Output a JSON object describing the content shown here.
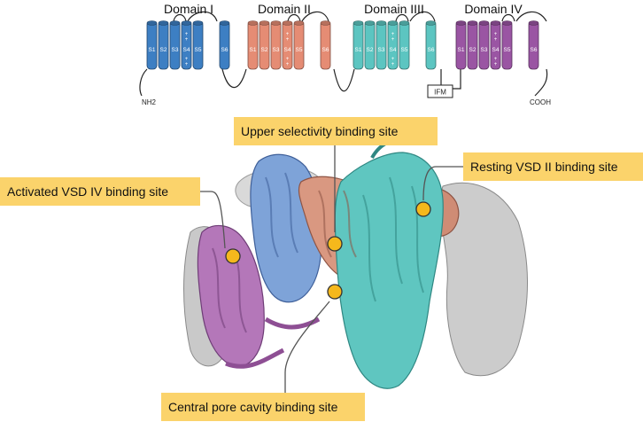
{
  "topology": {
    "domains": [
      {
        "label": "Domain I",
        "color": "#3d7fc3",
        "segments": [
          "S1",
          "S2",
          "S3",
          "S4",
          "S5",
          "S6"
        ]
      },
      {
        "label": "Domain II",
        "color": "#e58c74",
        "segments": [
          "S1",
          "S2",
          "S3",
          "S4",
          "S5",
          "S6"
        ]
      },
      {
        "label": "Domain IIII",
        "color": "#5cc5c1",
        "segments": [
          "S1",
          "S2",
          "S3",
          "S4",
          "S5",
          "S6"
        ]
      },
      {
        "label": "Domain IV",
        "color": "#9a55a3",
        "segments": [
          "S1",
          "S2",
          "S3",
          "S4",
          "S5",
          "S6"
        ]
      }
    ],
    "n_terminus": "NH2",
    "c_terminus": "COOH",
    "ifm_label": "IFM"
  },
  "binding_sites": {
    "upper_selectivity": "Upper selectivity binding site",
    "resting_vsd2": "Resting VSD II binding site",
    "activated_vsd4": "Activated VSD IV binding site",
    "central_pore": "Central pore cavity binding site"
  },
  "colors": {
    "callout_bg": "#fbd36b",
    "marker_fill": "#f5b81c",
    "marker_stroke": "#333333",
    "leader_line": "#555555"
  }
}
